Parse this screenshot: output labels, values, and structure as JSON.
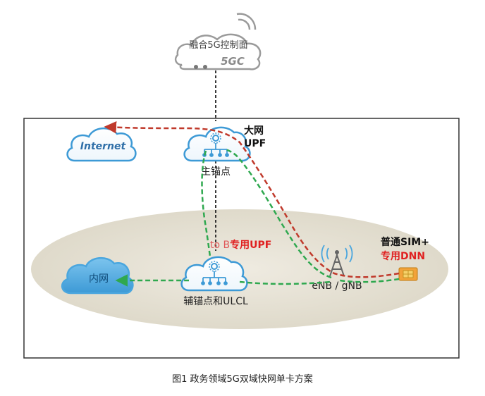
{
  "diagram": {
    "control_plane": {
      "line1": "融合5G控制面",
      "line2": "5GC"
    },
    "internet": "Internet",
    "main_upf": {
      "title_line1": "大网",
      "title_line2": "UPF",
      "label": "主锚点"
    },
    "tob_upf": {
      "prefix": "to B",
      "suffix": "专用UPF"
    },
    "sub_anchor": "辅锚点和ULCL",
    "intranet": "内网",
    "base_station": "eNB / gNB",
    "sim": {
      "line1": "普通SIM+",
      "line2": "专用DNN"
    }
  },
  "colors": {
    "red_path": "#c0392b",
    "green_path": "#2fa84f",
    "cloud_blue": "#3d9ad6",
    "ellipse_fill": "#e8e4d8",
    "accent_red": "#e02020"
  },
  "caption": "图1 政务领域5G双域快网单卡方案"
}
